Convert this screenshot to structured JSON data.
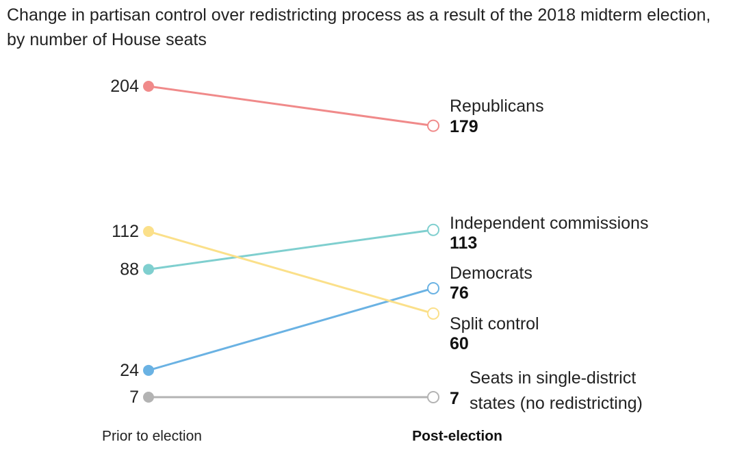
{
  "chart_data": {
    "type": "line",
    "title": "Change in partisan control over redistricting process as a result of the 2018 midterm election, by number of House seats",
    "categories": [
      "Prior to election",
      "Post-election"
    ],
    "ylim": [
      0,
      210
    ],
    "grid": false,
    "legend": "direct-labels",
    "series": [
      {
        "name": "Republicans",
        "values": [
          204,
          179
        ],
        "color": "#f08a8a"
      },
      {
        "name": "Independent commissions",
        "values": [
          88,
          113
        ],
        "color": "#7fcfcf"
      },
      {
        "name": "Democrats",
        "values": [
          24,
          76
        ],
        "color": "#6ab2e3"
      },
      {
        "name": "Split control",
        "values": [
          112,
          60
        ],
        "color": "#fbe08a"
      },
      {
        "name": "Seats in single-district states (no redistricting)",
        "values": [
          7,
          7
        ],
        "color": "#b3b3b3"
      }
    ]
  }
}
